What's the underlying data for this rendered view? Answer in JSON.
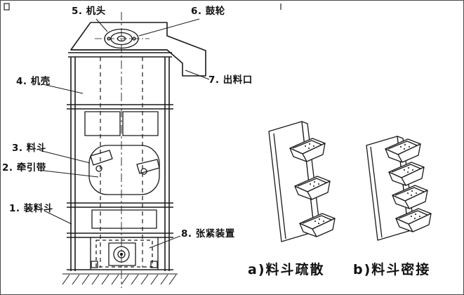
{
  "figure": {
    "labels": [
      {
        "id": "machine-head",
        "text": "5. 机头"
      },
      {
        "id": "drum-wheel",
        "text": "6. 鼓轮"
      },
      {
        "id": "discharge-outlet",
        "text": "7. 出料口"
      },
      {
        "id": "casing",
        "text": "4. 机壳"
      },
      {
        "id": "bucket",
        "text": "3. 料斗"
      },
      {
        "id": "traction-belt",
        "text": "2. 牵引带"
      },
      {
        "id": "loading-hopper",
        "text": "1. 装料斗"
      },
      {
        "id": "tensioning-device",
        "text": "8. 张紧装置"
      }
    ],
    "captions": [
      {
        "id": "buckets-spaced",
        "text": "a)料斗疏散"
      },
      {
        "id": "buckets-close",
        "text": "b)料斗密接"
      }
    ]
  }
}
